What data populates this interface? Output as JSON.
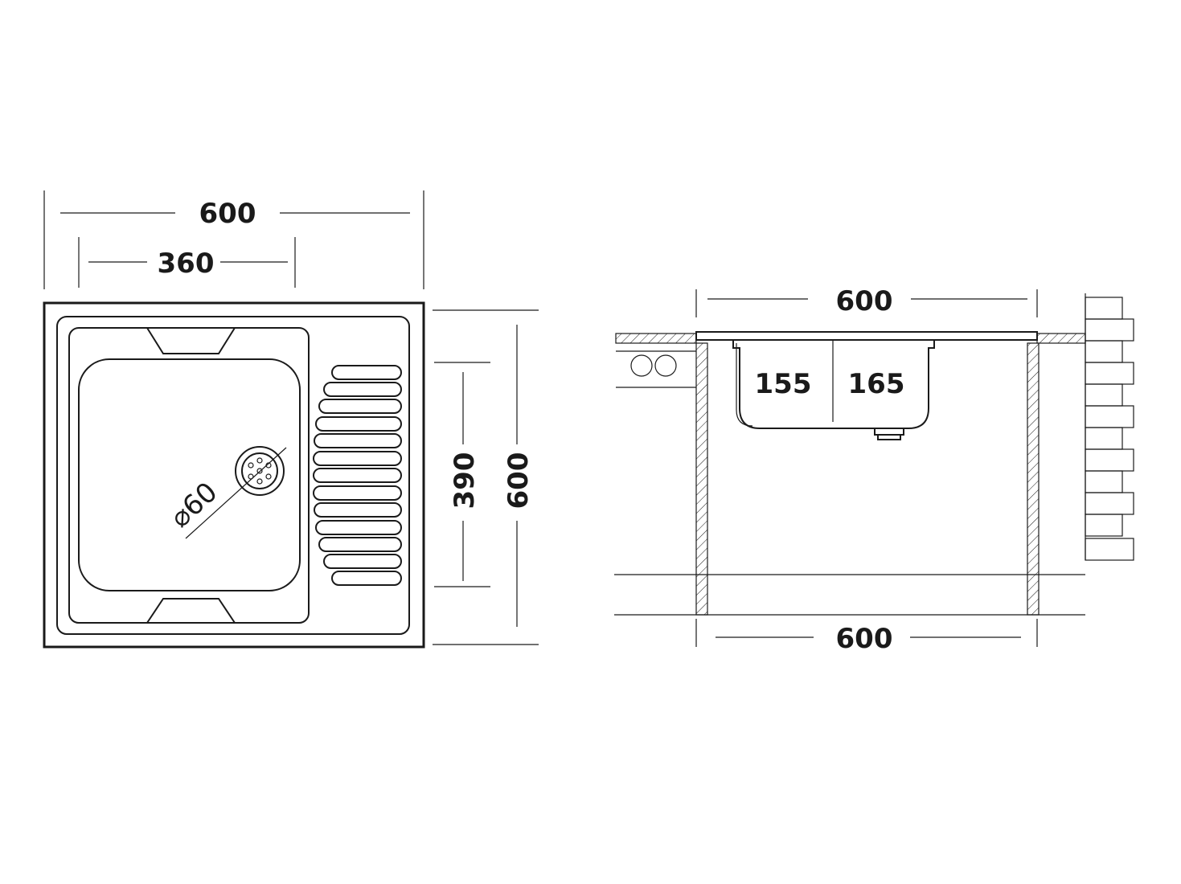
{
  "top_view": {
    "overall_width": "600",
    "bowl_width": "360",
    "bowl_depth": "390",
    "overall_depth": "600",
    "drain_diameter": "⌀60"
  },
  "side_view": {
    "top_width": "600",
    "bowl_left_depth": "155",
    "bowl_right_depth": "165",
    "cabinet_width": "600"
  },
  "colors": {
    "line": "#1a1a1a",
    "background": "#ffffff"
  },
  "icons": [
    "drain-strainer-icon",
    "water-pipes-icon",
    "wall-brick-icon"
  ]
}
